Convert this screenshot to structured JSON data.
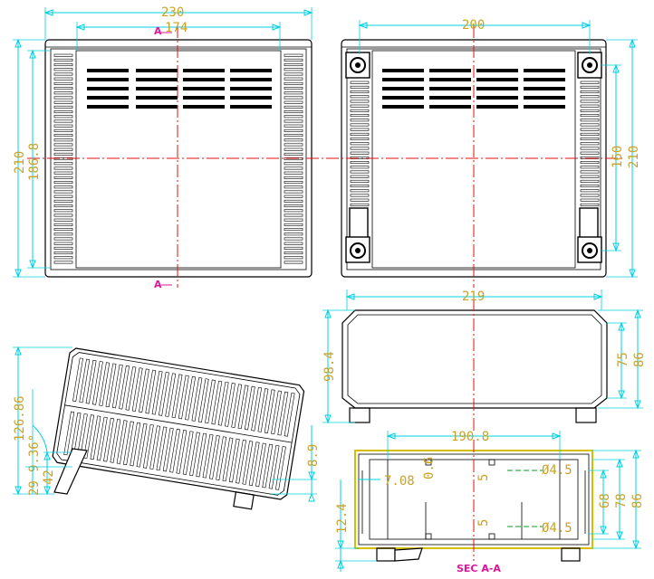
{
  "dims": {
    "front_width": "230",
    "front_inner_width": "174",
    "front_height": "210",
    "front_inner_height": "186.8",
    "back_width": "200",
    "back_height_inner": "160",
    "back_height": "210",
    "top_width": "219",
    "top_height_total": "98.4",
    "top_height_a": "75",
    "top_height_b": "86",
    "side_height": "126.86",
    "side_angle": "9.36°",
    "side_foot": "42",
    "side_foot_b": "29",
    "side_small": "8.9",
    "sec_width": "190.8",
    "sec_wall": "7.08",
    "sec_gap": "0.6",
    "sec_five_a": "5",
    "sec_five_b": "5",
    "sec_hole_a": "Ø4.5",
    "sec_hole_b": "Ø4.5",
    "sec_h68": "68",
    "sec_h78": "78",
    "sec_h86": "86",
    "sec_bottom": "12.4"
  },
  "labels": {
    "section_top": "A",
    "section_bottom": "A",
    "section_title": "SEC A-A"
  },
  "colors": {
    "dimension": "#c9a227",
    "extension": "#00d0e0",
    "centerline": "#e01010",
    "section_mark": "#e0149c"
  }
}
